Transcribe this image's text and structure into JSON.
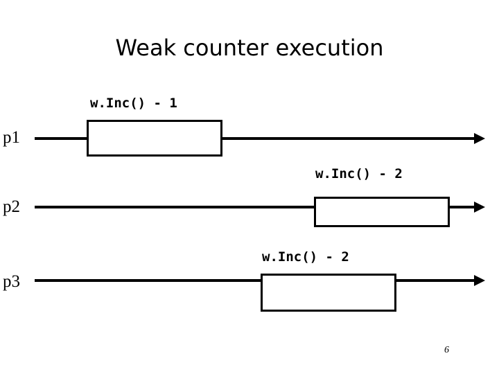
{
  "slide": {
    "title": "Weak counter execution",
    "page_number": "6"
  },
  "processes": [
    {
      "label": "p1",
      "caption": "w.Inc() - 1"
    },
    {
      "label": "p2",
      "caption": "w.Inc() - 2"
    },
    {
      "label": "p3",
      "caption": "w.Inc() - 2"
    }
  ],
  "colors": {
    "line": "#000000",
    "background": "#ffffff",
    "text": "#000000"
  }
}
